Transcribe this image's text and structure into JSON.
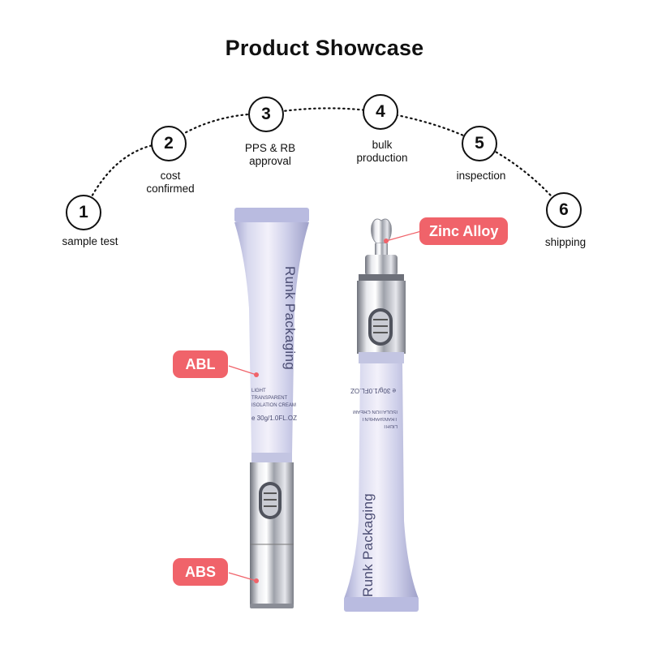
{
  "title": "Product Showcase",
  "steps": [
    {
      "number": "1",
      "label": "sample test"
    },
    {
      "number": "2",
      "label": "cost\nconfirmed"
    },
    {
      "number": "3",
      "label": "PPS & RB\napproval"
    },
    {
      "number": "4",
      "label": "bulk\nproduction"
    },
    {
      "number": "5",
      "label": "inspection"
    },
    {
      "number": "6",
      "label": "shipping"
    }
  ],
  "callouts": {
    "abl": "ABL",
    "abs": "ABS",
    "zinc": "Zinc Alloy"
  },
  "tube_left": {
    "brand": "Runk Packaging",
    "line1": "LIGHT",
    "line2": "TRANSPARENT",
    "line3": "ISOLATION CREAM",
    "volume": "e 30g/1.0FL.OZ"
  },
  "tube_right": {
    "brand": "Runk Packaging",
    "line1": "LIGHT",
    "line2": "TRANSPARENT",
    "line3": "ISOLATION CREAM",
    "volume": "e 30g/1.0FL.OZ"
  },
  "colors": {
    "accent": "#f0636a",
    "tube": "#c9cbe6",
    "metal": "#d9dbe2"
  }
}
